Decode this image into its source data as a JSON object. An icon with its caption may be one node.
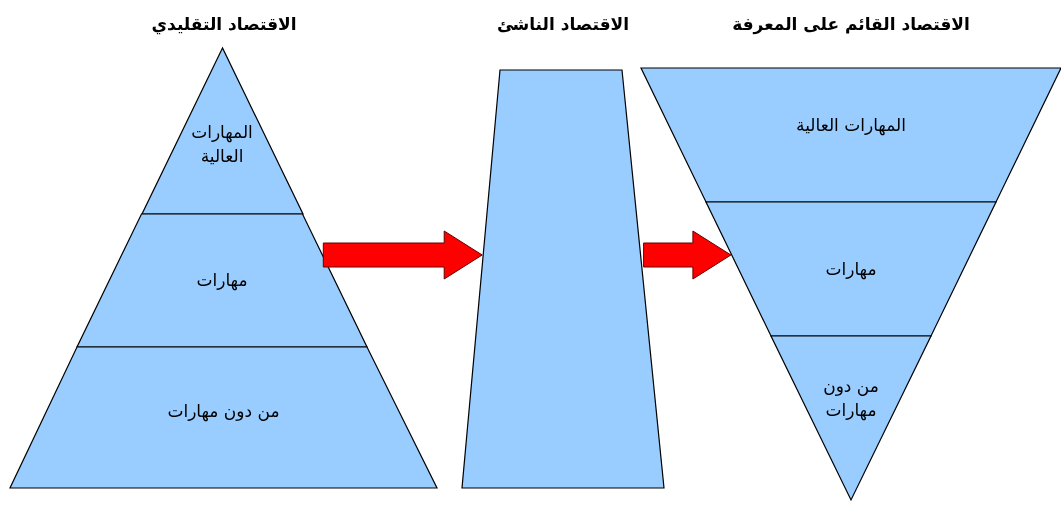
{
  "diagram": {
    "nodes": [
      {
        "text": [
          "الاقتصاد التقليدي"
        ]
      },
      {
        "text": [
          "المهارات العالية"
        ],
        "in": 0
      },
      {
        "text": [
          "مهارات"
        ],
        "in": 0
      },
      {
        "text": [
          "من دون مهارات"
        ],
        "in": 0
      },
      {
        "text": [
          "الاقتصاد الناشئ"
        ]
      },
      {
        "text": [
          "الاقتصاد القائم على المعرفة"
        ]
      },
      {
        "text": [
          "المهارات العالية"
        ],
        "in": 5
      },
      {
        "text": [
          "مهارات"
        ],
        "in": 5
      },
      {
        "text": [
          "من دون مهارات"
        ],
        "in": 5
      }
    ],
    "edges": [
      {
        "from": 0,
        "to": 4,
        "arrow": "to",
        "style": "thick",
        "color": "#ff0000"
      },
      {
        "from": 4,
        "to": 5,
        "arrow": "to",
        "style": "thick",
        "color": "#ff0000"
      }
    ]
  }
}
